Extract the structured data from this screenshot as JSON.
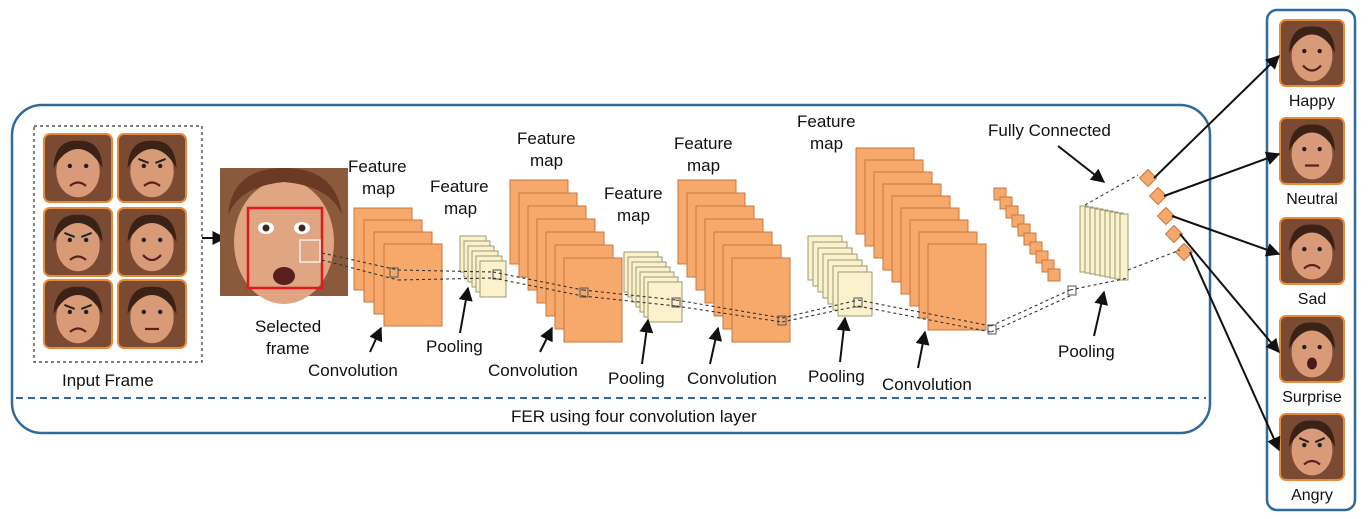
{
  "colors": {
    "frame_border": "#2f6a9a",
    "feature_fill": "#f7a96c",
    "feature_stroke": "#c9773e",
    "pool_fill": "#fbf1cc",
    "pool_stroke": "#9a9a72",
    "face_bg": "#7a4a33",
    "thumb_border": "#e58b3c",
    "selected_box": "#e0191c"
  },
  "labels": {
    "input_frame": "Input Frame",
    "selected_frame_line1": "Selected",
    "selected_frame_line2": "frame",
    "feature_line1": "Feature",
    "feature_line2": "map",
    "convolution": "Convolution",
    "pooling": "Pooling",
    "fully_connected": "Fully Connected",
    "caption": "FER using four convolution layer"
  },
  "input_faces": [
    {
      "expression": "sad"
    },
    {
      "expression": "angry"
    },
    {
      "expression": "angry"
    },
    {
      "expression": "happy"
    },
    {
      "expression": "angry"
    },
    {
      "expression": "neutral"
    }
  ],
  "outputs": [
    {
      "label": "Happy"
    },
    {
      "label": "Neutral"
    },
    {
      "label": "Sad"
    },
    {
      "label": "Surprise"
    },
    {
      "label": "Angry"
    }
  ],
  "icons": {
    "face": "face-icon",
    "arrow": "arrow-icon"
  }
}
